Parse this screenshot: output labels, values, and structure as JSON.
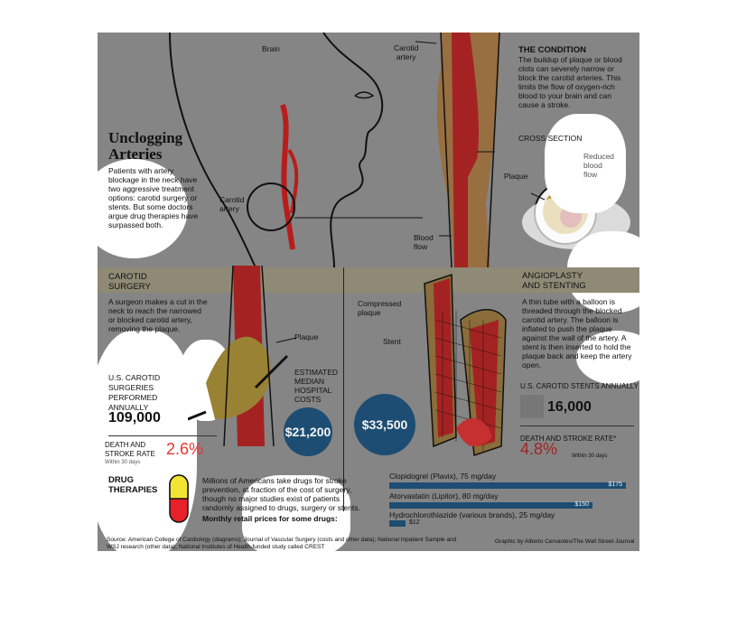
{
  "title": "Unclogging Arteries",
  "intro": "Patients with artery blockage in the neck have two aggressive treatment options: carotid surgery or stents. But some doctors argue drug therapies have surpassed both.",
  "diagram_labels": {
    "brain": "Brain",
    "carotid_artery_left": "Carotid\nartery",
    "carotid_artery_top": "Carotid\nartery",
    "blood_flow": "Blood\nflow",
    "plaque_top": "Plaque",
    "reduced_blood_flow": "Reduced\nblood\nflow",
    "plaque_surgery": "Plaque",
    "compressed_plaque": "Compressed\nplaque",
    "stent": "Stent"
  },
  "condition": {
    "heading": "THE CONDITION",
    "text": "The buildup of plaque or blood clots can severely narrow or block the carotid arteries. This limits the flow of oxygen-rich blood to your brain and can cause a stroke.",
    "cross_section": "CROSS SECTION"
  },
  "surgery": {
    "heading": "CAROTID\nSURGERY",
    "text": "A surgeon makes a cut in the neck to reach the narrowed or blocked carotid artery, removing the plaque.",
    "count_label": "U.S. CAROTID\nSURGERIES\nPERFORMED\nANNUALLY",
    "count_value": "109,000",
    "death_label": "DEATH AND\nSTROKE RATE",
    "death_note": "Within 30 days",
    "death_value": "2.6%"
  },
  "costs": {
    "label": "ESTIMATED\nMEDIAN\nHOSPITAL\nCOSTS",
    "surgery_cost": "$21,200",
    "stent_cost": "$33,500"
  },
  "stenting": {
    "heading": "ANGIOPLASTY\nAND STENTING",
    "text": "A thin tube with a balloon is threaded through the blocked carotid artery. The balloon is inflated to push the plaque against the wall of the artery. A stent is then inserted to hold the plaque back and keep the artery open.",
    "count_label": "U.S. CAROTID STENTS ANNUALLY",
    "count_value": "16,000",
    "death_label": "DEATH AND STROKE RATE*",
    "death_value": "4.8%",
    "death_note": "Within 30 days"
  },
  "drugs": {
    "heading": "DRUG\nTHERAPIES",
    "text": "Millions of Americans take drugs for stroke prevention, at fraction of the cost of surgery, though no major studies exist of patients randomly assigned to drugs, surgery or stents.",
    "prices_label": "Monthly retail prices for some drugs:",
    "items": [
      {
        "name": "Clopidogrel (Plavix), 75 mg/day",
        "price_label": "$175",
        "price": 175
      },
      {
        "name": "Atorvastatin (Lipitor), 80 mg/day",
        "price_label": "$150",
        "price": 150
      },
      {
        "name": "Hydrochlorothiazide (various brands), 25 mg/day",
        "price_label": "$12",
        "price": 12
      }
    ]
  },
  "source": "Source: American College of Cardiology (diagrams); Journal of Vascular Surgery (costs and other data); National Inpatient Sample and WSJ research (other data); National Institutes of Health-funded study called CREST",
  "credit": "Graphic by Alberto Cervantes/The Wall Street Journal",
  "colors": {
    "navy": "#1d4d72",
    "red": "#e33333",
    "artery": "#b81d1d",
    "plaque": "#b8962d"
  }
}
